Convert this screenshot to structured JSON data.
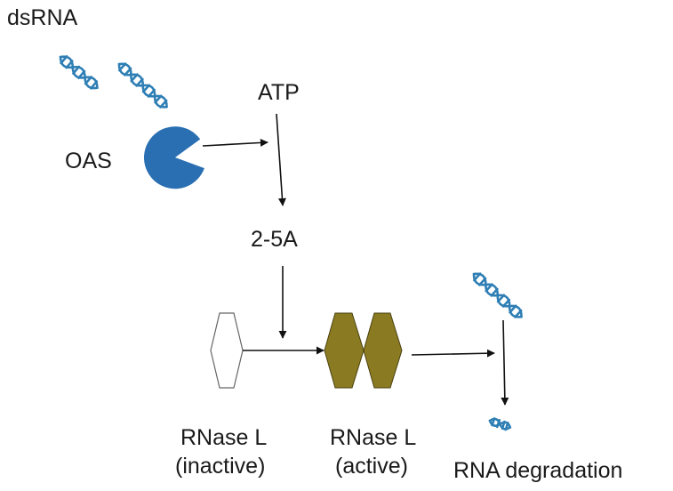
{
  "labels": {
    "dsrna": "dsRNA",
    "oas": "OAS",
    "atp": "ATP",
    "two_five_a": "2-5A",
    "rnase_inactive_name": "RNase L",
    "rnase_inactive_state": "(inactive)",
    "rnase_active_name": "RNase L",
    "rnase_active_state": "(active)",
    "rna_degradation": "RNA degradation"
  },
  "colors": {
    "rna_strand": "#2f7fb5",
    "oas_enzyme": "#2a6fb2",
    "rnase_active": "#8a7a22",
    "rnase_inactive": "#ffffff",
    "arrow": "#111111"
  },
  "icons": {
    "dsrna": "double-helix",
    "oas": "pacman-enzyme",
    "rnase": "hexagon",
    "fragment": "rna-fragment"
  }
}
